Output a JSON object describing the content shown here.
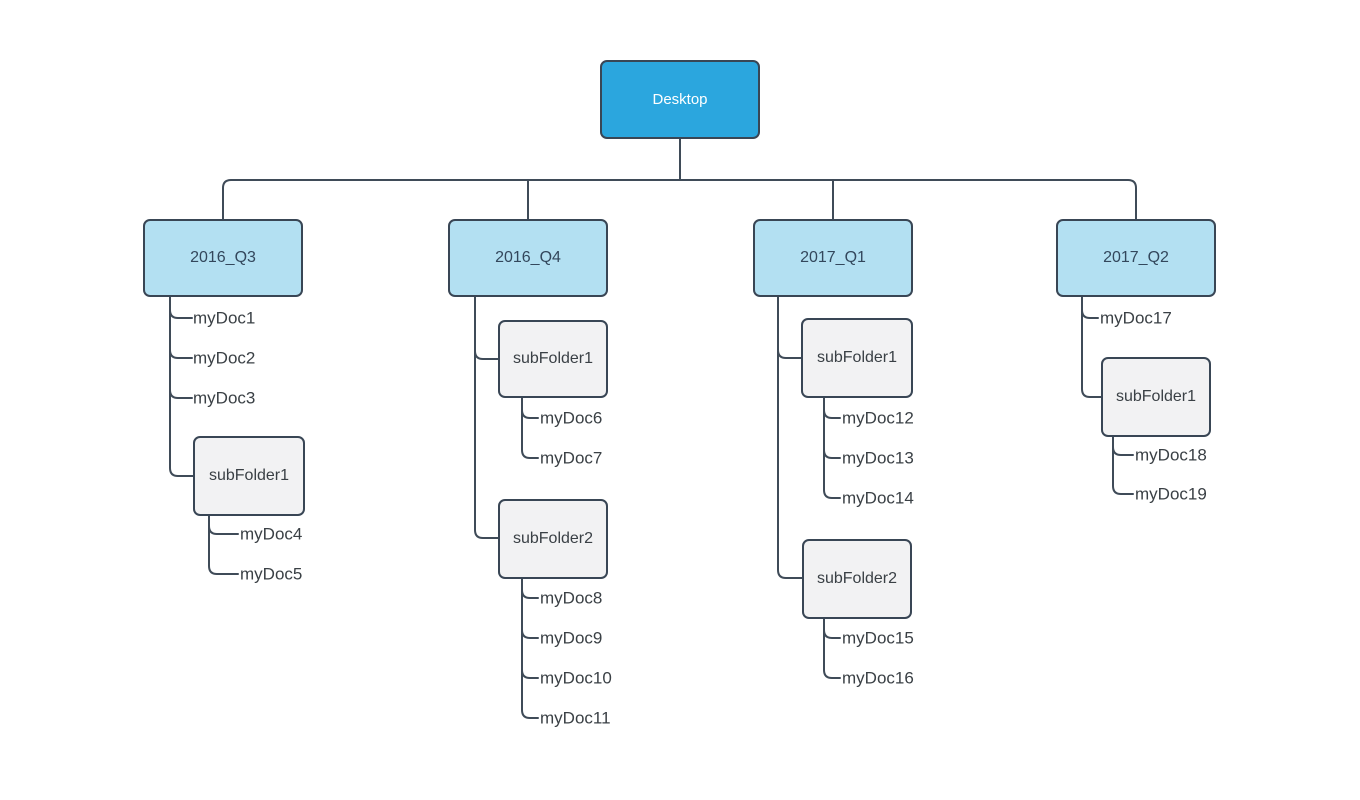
{
  "diagram": {
    "root": {
      "label": "Desktop"
    },
    "branches": [
      {
        "label": "2016_Q3",
        "children": [
          {
            "type": "doc",
            "label": "myDoc1"
          },
          {
            "type": "doc",
            "label": "myDoc2"
          },
          {
            "type": "doc",
            "label": "myDoc3"
          },
          {
            "type": "folder",
            "label": "subFolder1",
            "children": [
              {
                "type": "doc",
                "label": "myDoc4"
              },
              {
                "type": "doc",
                "label": "myDoc5"
              }
            ]
          }
        ]
      },
      {
        "label": "2016_Q4",
        "children": [
          {
            "type": "folder",
            "label": "subFolder1",
            "children": [
              {
                "type": "doc",
                "label": "myDoc6"
              },
              {
                "type": "doc",
                "label": "myDoc7"
              }
            ]
          },
          {
            "type": "folder",
            "label": "subFolder2",
            "children": [
              {
                "type": "doc",
                "label": "myDoc8"
              },
              {
                "type": "doc",
                "label": "myDoc9"
              },
              {
                "type": "doc",
                "label": "myDoc10"
              },
              {
                "type": "doc",
                "label": "myDoc11"
              }
            ]
          }
        ]
      },
      {
        "label": "2017_Q1",
        "children": [
          {
            "type": "folder",
            "label": "subFolder1",
            "children": [
              {
                "type": "doc",
                "label": "myDoc12"
              },
              {
                "type": "doc",
                "label": "myDoc13"
              },
              {
                "type": "doc",
                "label": "myDoc14"
              }
            ]
          },
          {
            "type": "folder",
            "label": "subFolder2",
            "children": [
              {
                "type": "doc",
                "label": "myDoc15"
              },
              {
                "type": "doc",
                "label": "myDoc16"
              }
            ]
          }
        ]
      },
      {
        "label": "2017_Q2",
        "children": [
          {
            "type": "doc",
            "label": "myDoc17"
          },
          {
            "type": "folder",
            "label": "subFolder1",
            "children": [
              {
                "type": "doc",
                "label": "myDoc18"
              },
              {
                "type": "doc",
                "label": "myDoc19"
              }
            ]
          }
        ]
      }
    ]
  },
  "colors": {
    "root_fill": "#2ba6de",
    "branch_fill": "#b3e0f2",
    "folder_fill": "#f2f2f3",
    "border": "#394655",
    "line": "#3f4b58",
    "root_text": "#ffffff",
    "branch_text": "#33475c",
    "doc_text": "#3a4045",
    "background": "#ffffff"
  }
}
